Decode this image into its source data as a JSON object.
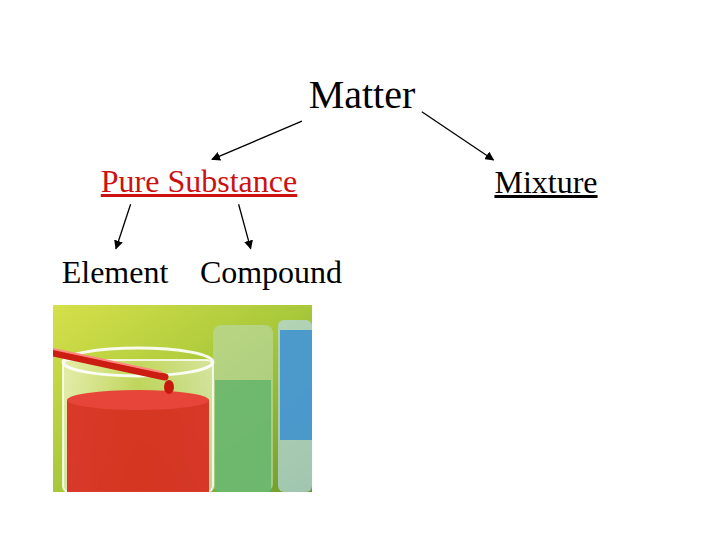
{
  "diagram": {
    "nodes": [
      {
        "text": [
          "Matter"
        ]
      },
      {
        "text": [
          "Pure Substance"
        ]
      },
      {
        "text": [
          "Mixture"
        ]
      },
      {
        "text": [
          "Element"
        ]
      },
      {
        "text": [
          "Compound"
        ]
      }
    ],
    "edges": [
      {
        "from": 0,
        "to": 1,
        "arrow": "to"
      },
      {
        "from": 0,
        "to": 2,
        "arrow": "to"
      },
      {
        "from": 1,
        "to": 3,
        "arrow": "to"
      },
      {
        "from": 1,
        "to": 4,
        "arrow": "to"
      }
    ]
  }
}
